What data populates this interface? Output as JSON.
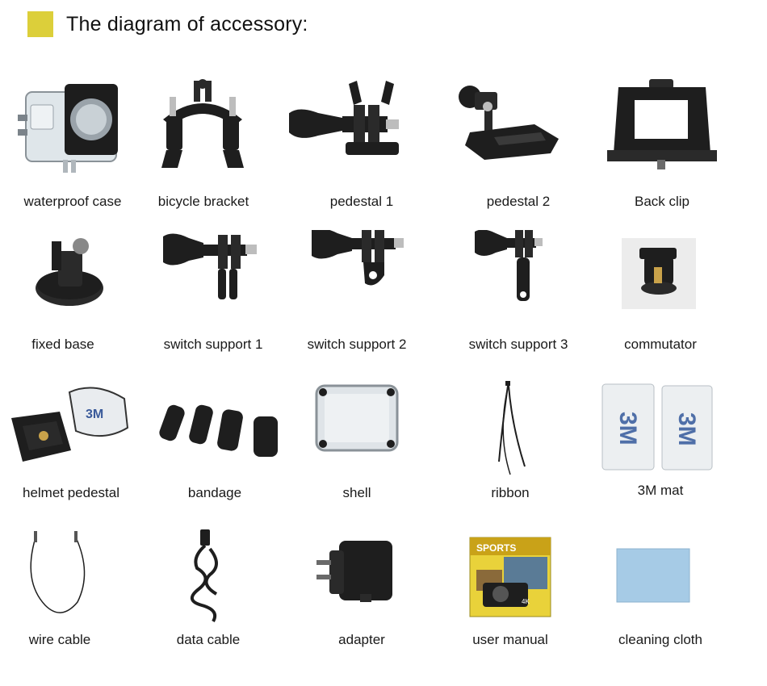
{
  "header": {
    "title": "The diagram of accessory:",
    "accent_color": "#dccf3a"
  },
  "manual_cover": {
    "brand": "SPORTS",
    "badge": "4K"
  },
  "mat_print": "3M",
  "items": [
    {
      "label": "waterproof case",
      "icon": "waterproof-case-icon"
    },
    {
      "label": "bicycle bracket",
      "icon": "bicycle-bracket-icon"
    },
    {
      "label": "pedestal 1",
      "icon": "pedestal-1-icon"
    },
    {
      "label": "pedestal 2",
      "icon": "pedestal-2-icon"
    },
    {
      "label": "Back clip",
      "icon": "back-clip-icon"
    },
    {
      "label": "fixed base",
      "icon": "fixed-base-icon"
    },
    {
      "label": "switch support 1",
      "icon": "switch-support-1-icon"
    },
    {
      "label": "switch support 2",
      "icon": "switch-support-2-icon"
    },
    {
      "label": "switch support 3",
      "icon": "switch-support-3-icon"
    },
    {
      "label": "commutator",
      "icon": "commutator-icon"
    },
    {
      "label": "helmet pedestal",
      "icon": "helmet-pedestal-icon"
    },
    {
      "label": "bandage",
      "icon": "bandage-icon"
    },
    {
      "label": "shell",
      "icon": "shell-icon"
    },
    {
      "label": "ribbon",
      "icon": "ribbon-icon"
    },
    {
      "label": "3M mat",
      "icon": "3m-mat-icon"
    },
    {
      "label": "wire cable",
      "icon": "wire-cable-icon"
    },
    {
      "label": "data cable",
      "icon": "data-cable-icon"
    },
    {
      "label": "adapter",
      "icon": "adapter-icon"
    },
    {
      "label": "user manual",
      "icon": "user-manual-icon"
    },
    {
      "label": "cleaning cloth",
      "icon": "cleaning-cloth-icon"
    }
  ]
}
